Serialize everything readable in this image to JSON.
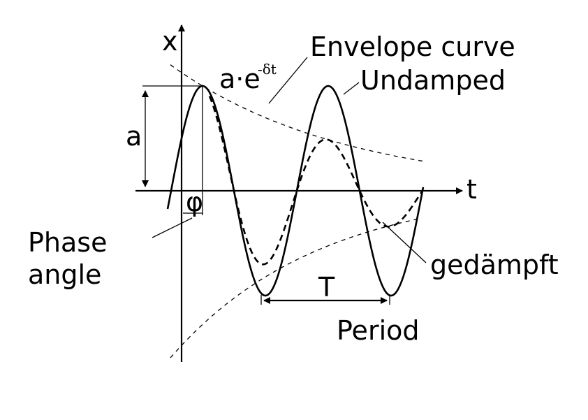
{
  "labels": {
    "x_axis": "x",
    "t_axis": "t",
    "envelope": "Envelope curve",
    "undamped": "Undamped",
    "amp_base": "a·e",
    "amp_exp": "-δt",
    "amplitude": "a",
    "phi": "φ",
    "phase_line1": "Phase",
    "phase_line2": "angle",
    "damped": "gedämpft",
    "period_symbol": "T",
    "period": "Period"
  }
}
